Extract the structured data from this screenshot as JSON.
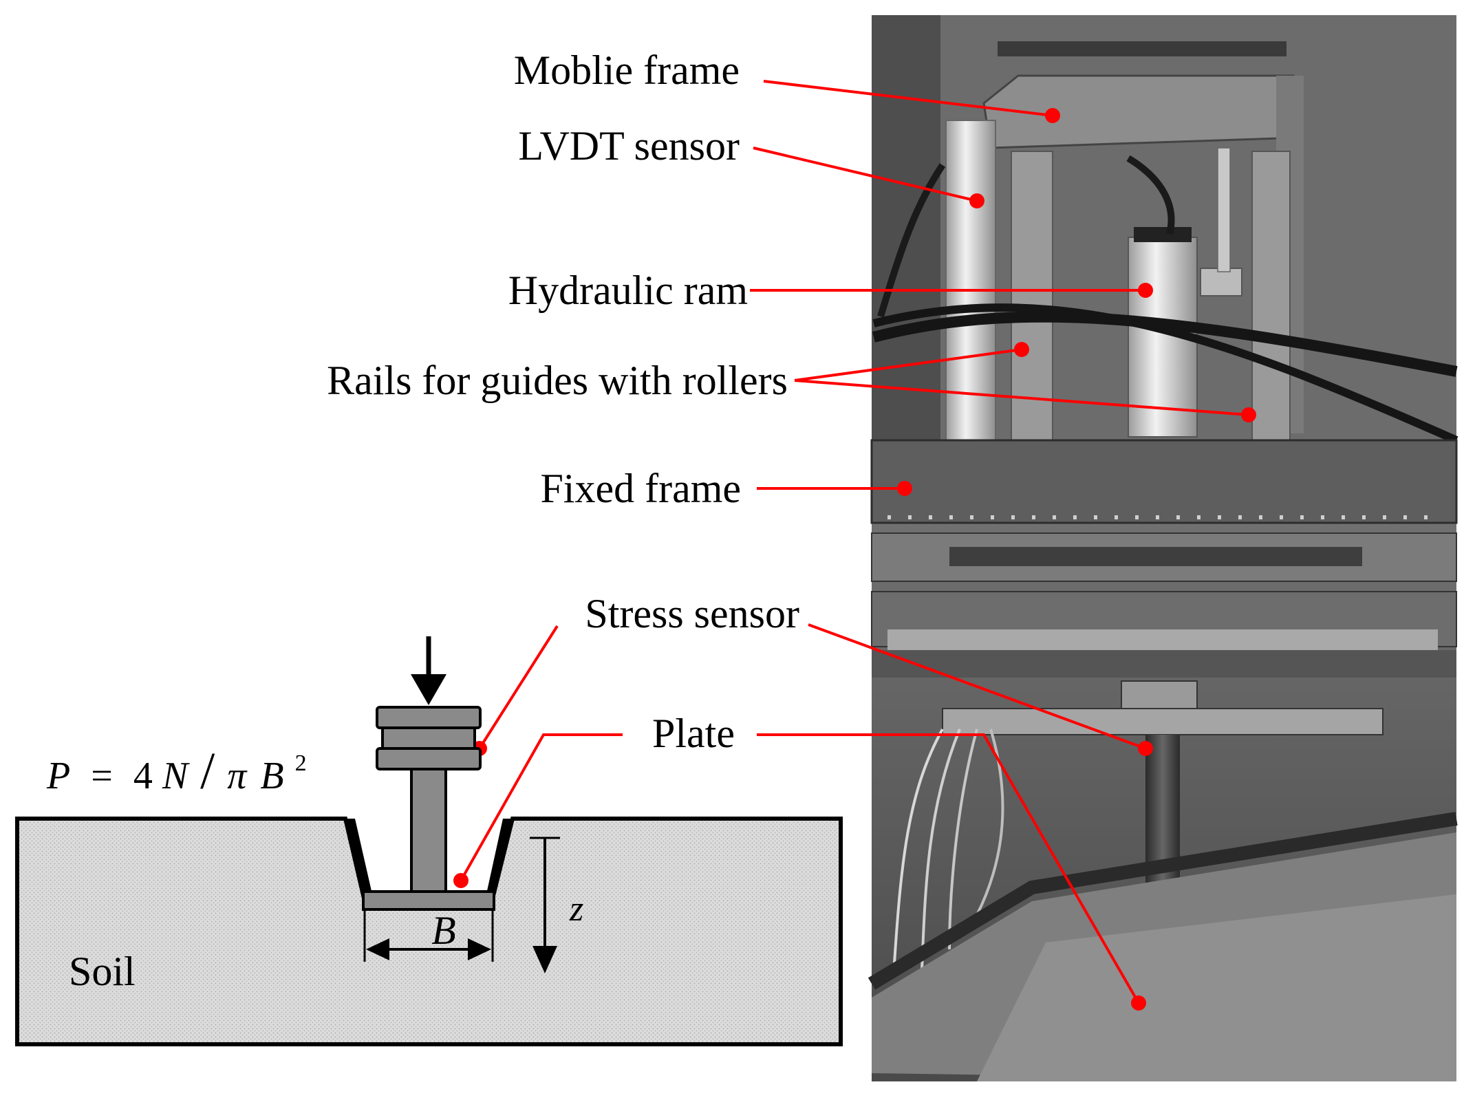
{
  "labels": {
    "mobile_frame": "Moblie frame",
    "lvdt_sensor": "LVDT sensor",
    "hydraulic_ram": "Hydraulic ram",
    "rails": "Rails for guides with rollers",
    "fixed_frame": "Fixed frame",
    "stress_sensor": "Stress sensor",
    "plate": "Plate",
    "soil": "Soil",
    "depth_symbol": "z",
    "width_symbol": "B"
  },
  "formula": {
    "lhs": "P",
    "eq": "=",
    "coef": "4",
    "num": "N",
    "slash": "/",
    "pi": "π",
    "den": "B",
    "exp": "2"
  },
  "colors": {
    "leader": "#ff0000",
    "soil_fill": "#d6d6d6",
    "steel": "#8a8a8a",
    "outline": "#000000"
  }
}
